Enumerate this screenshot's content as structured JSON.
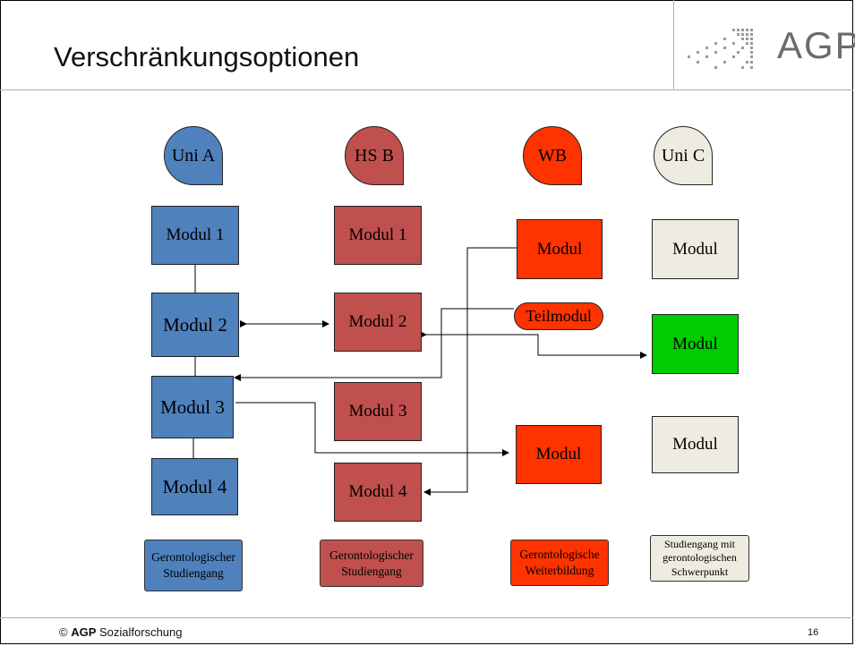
{
  "header": {
    "title": "Verschränkungsoptionen",
    "logo_text": "AGP"
  },
  "columns": {
    "uni_a": {
      "label": "Uni A",
      "color": "#4f81bd",
      "modules": [
        "Modul 1",
        "Modul 2",
        "Modul 3",
        "Modul 4"
      ],
      "scroll": "Gerontologischer\nStudiengang"
    },
    "hs_b": {
      "label": "HS B",
      "color": "#c0504d",
      "modules": [
        "Modul 1",
        "Modul 2",
        "Modul 3",
        "Modul 4"
      ],
      "scroll": "Gerontologischer\nStudiengang"
    },
    "wb": {
      "label": "WB",
      "color": "#ff3300",
      "modules": [
        "Modul",
        "Teilmodul",
        "Modul"
      ],
      "scroll": "Gerontologische\nWeiterbildung"
    },
    "uni_c": {
      "label": "Uni C",
      "color": "#eeece1",
      "modules": [
        "Modul",
        "Modul",
        "Modul"
      ],
      "green": "#00cc00",
      "scroll": "Studiengang mit\ngerontologischen\nSchwerpunkt"
    }
  },
  "footer": {
    "copyright": "©",
    "brand": "AGP",
    "brand_suffix": " Sozialforschung",
    "page_number": "16"
  }
}
